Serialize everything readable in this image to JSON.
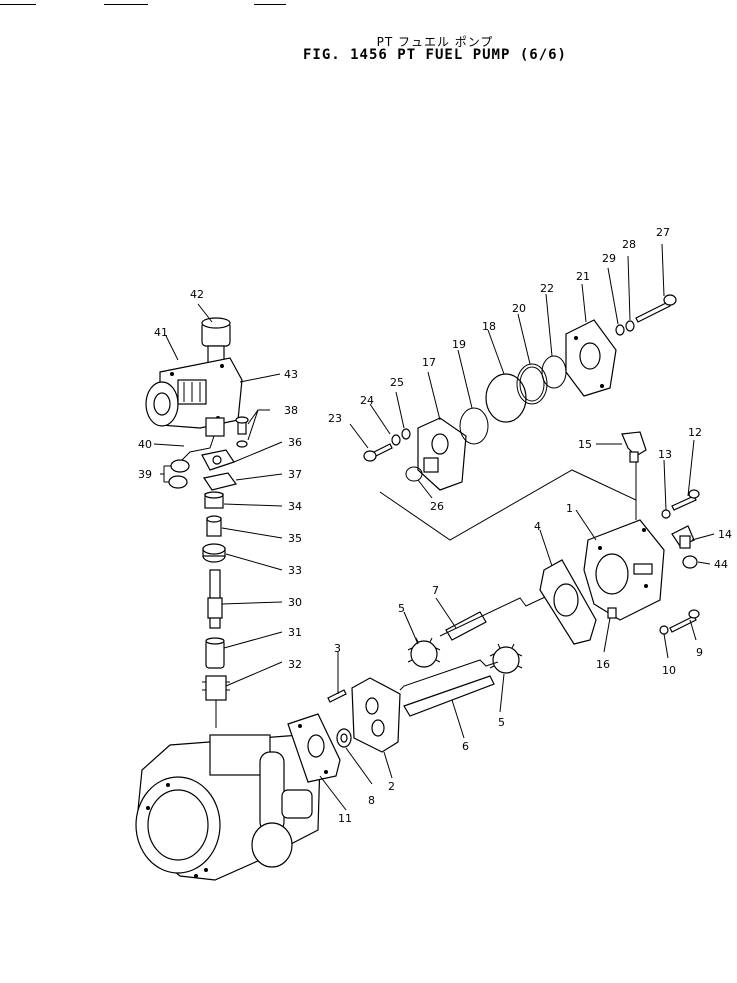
{
  "header": {
    "title_jp": "PT フュエル ポンプ",
    "title_en": "FIG. 1456  PT FUEL PUMP (6/6)"
  },
  "callouts": [
    "1",
    "2",
    "3",
    "4",
    "5",
    "5",
    "6",
    "7",
    "8",
    "9",
    "10",
    "11",
    "12",
    "13",
    "14",
    "15",
    "16",
    "17",
    "18",
    "19",
    "20",
    "21",
    "22",
    "23",
    "24",
    "25",
    "26",
    "27",
    "28",
    "29",
    "30",
    "31",
    "32",
    "33",
    "34",
    "35",
    "36",
    "37",
    "38",
    "39",
    "40",
    "41",
    "42",
    "43",
    "44"
  ]
}
